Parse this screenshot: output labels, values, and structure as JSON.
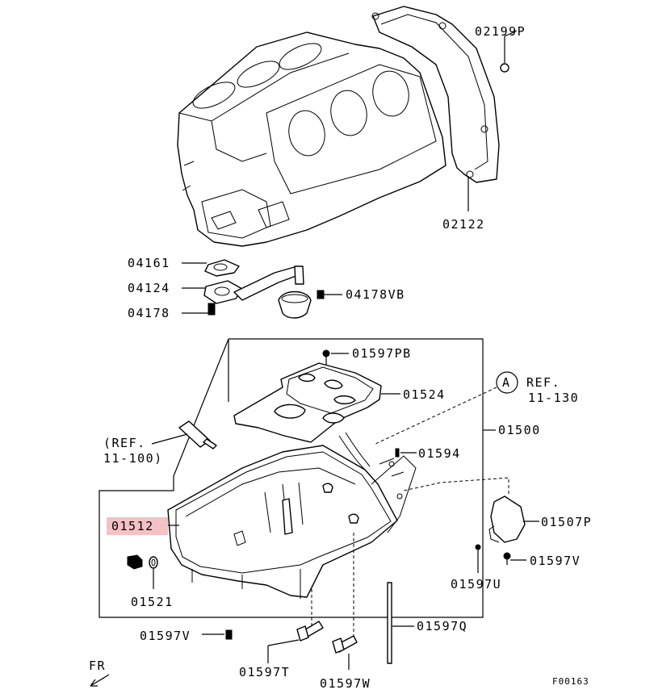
{
  "labels": {
    "p02199P": "02199P",
    "p02122": "02122",
    "p04161": "04161",
    "p04124": "04124",
    "p04178VB": "04178VB",
    "p04178": "04178",
    "p01597PB": "01597PB",
    "p01524": "01524",
    "refA_circle": "A",
    "refA_ref": "REF.",
    "refA_num": "11-130",
    "p01500": "01500",
    "ref100_ref": "(REF.",
    "ref100_num": "11-100)",
    "p01594": "01594",
    "p01512": "01512",
    "p01507P": "01507P",
    "p01597V_right": "01597V",
    "p01597U": "01597U",
    "p01521": "01521",
    "p01597Q": "01597Q",
    "p01597V_left": "01597V",
    "p01597T": "01597T",
    "p01597W": "01597W",
    "fr": "FR",
    "figure_code": "F00163"
  },
  "highlight": {
    "part": "01512",
    "color": "#f4c2c6"
  }
}
